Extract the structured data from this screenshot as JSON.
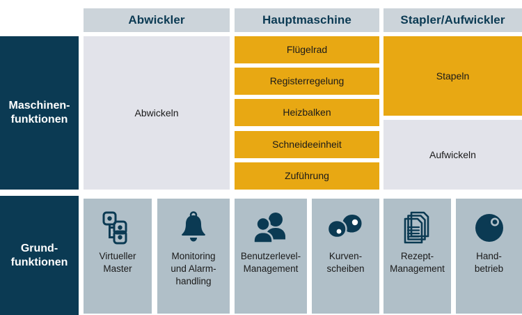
{
  "colors": {
    "navy": "#0b3a53",
    "header_grey": "#ccd4da",
    "cell_grey": "#e2e3ea",
    "yellow": "#e8a813",
    "tile_grey": "#b0bfc8",
    "white": "#ffffff"
  },
  "column_headers": [
    {
      "label": "Abwickler"
    },
    {
      "label": "Hauptmaschine"
    },
    {
      "label": "Stapler/Aufwickler"
    }
  ],
  "row_labels": [
    {
      "line1": "Maschinen-",
      "line2": "funktionen"
    },
    {
      "line1": "Grund-",
      "line2": "funktionen"
    }
  ],
  "machine_functions": {
    "abwickler": [
      {
        "label": "Abwickeln",
        "style": "grey"
      }
    ],
    "hauptmaschine": [
      {
        "label": "Flügelrad",
        "style": "yellow"
      },
      {
        "label": "Registerregelung",
        "style": "yellow"
      },
      {
        "label": "Heizbalken",
        "style": "yellow"
      },
      {
        "label": "Schneideeinheit",
        "style": "yellow"
      },
      {
        "label": "Zuführung",
        "style": "yellow"
      }
    ],
    "stapler_aufwickler": [
      {
        "label": "Stapeln",
        "style": "yellow"
      },
      {
        "label": "Aufwickeln",
        "style": "grey"
      }
    ]
  },
  "basic_functions": [
    {
      "icon": "virtual-master-icon",
      "label": "Virtueller\nMaster"
    },
    {
      "icon": "bell-icon",
      "label": "Monitoring\nund Alarm-\nhandling"
    },
    {
      "icon": "users-icon",
      "label": "Benutzerlevel-\nManagement"
    },
    {
      "icon": "cam-discs-icon",
      "label": "Kurven-\nscheiben"
    },
    {
      "icon": "documents-icon",
      "label": "Rezept-\nManagement"
    },
    {
      "icon": "handwheel-icon",
      "label": "Hand-\nbetrieb"
    }
  ]
}
